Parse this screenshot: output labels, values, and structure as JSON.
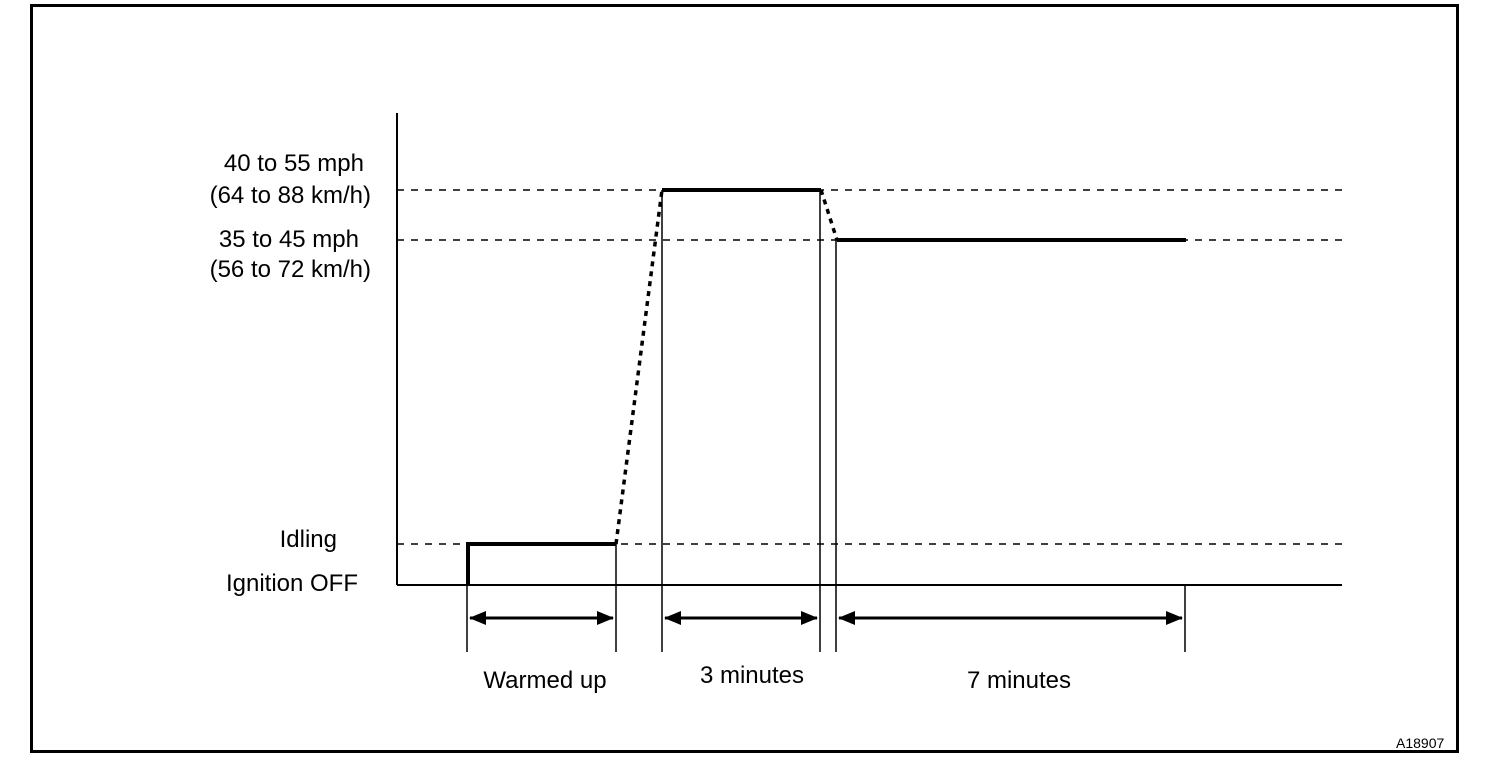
{
  "levels": {
    "high": {
      "line1": "40 to 55 mph",
      "line2": "(64 to 88 km/h)"
    },
    "mid": {
      "line1": "35 to 45 mph",
      "line2": "(56 to 72 km/h)"
    },
    "idling": "Idling",
    "ignition_off": "Ignition OFF"
  },
  "phases": {
    "warmed_up": "Warmed up",
    "three_minutes": "3 minutes",
    "seven_minutes": "7 minutes"
  },
  "figure_code": "A18907",
  "colors": {
    "ink": "#000000",
    "paper": "#ffffff"
  }
}
